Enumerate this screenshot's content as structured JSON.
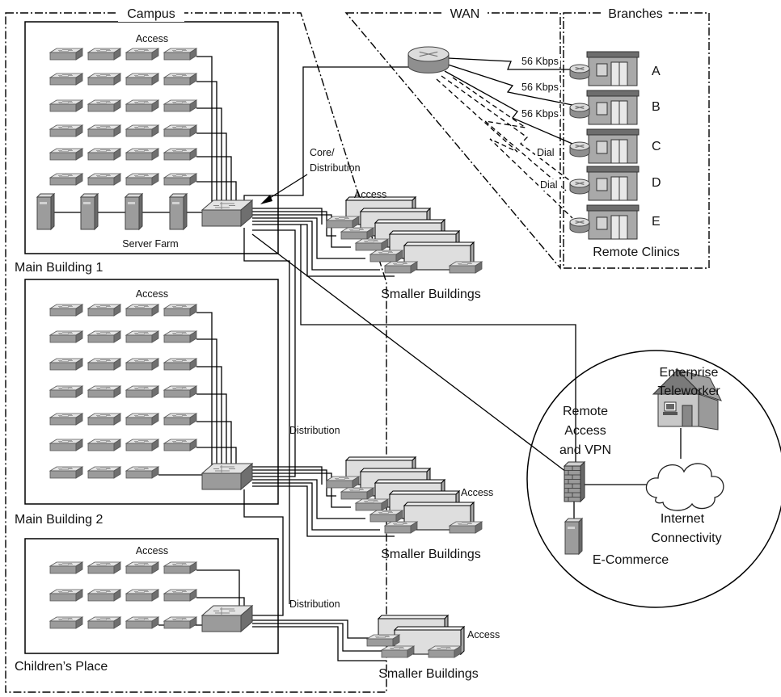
{
  "regions": {
    "campus": "Campus",
    "wan": "WAN",
    "branches": "Branches"
  },
  "campus": {
    "main_building_1": {
      "name": "Main Building 1",
      "access_label": "Access",
      "server_farm_label": "Server Farm",
      "core_label_line1": "Core/",
      "core_label_line2": "Distribution"
    },
    "main_building_2": {
      "name": "Main Building 2",
      "access_label": "Access",
      "distribution_label": "Distribution"
    },
    "childrens_place": {
      "name": "Children’s Place",
      "access_label": "Access",
      "distribution_label": "Distribution"
    },
    "smaller_buildings": [
      {
        "name": "Smaller Buildings",
        "access_label": "Access"
      },
      {
        "name": "Smaller Buildings",
        "access_label": "Access"
      },
      {
        "name": "Smaller Buildings",
        "access_label": "Access"
      }
    ]
  },
  "wan_links": [
    {
      "to": "A",
      "type": "solid",
      "label": "56 Kbps"
    },
    {
      "to": "B",
      "type": "solid",
      "label": "56 Kbps"
    },
    {
      "to": "C",
      "type": "solid",
      "label": "56 Kbps"
    },
    {
      "to": "D",
      "type": "dashed",
      "label": "Dial"
    },
    {
      "to": "E",
      "type": "dashed",
      "label": "Dial"
    }
  ],
  "branches": {
    "sites": [
      "A",
      "B",
      "C",
      "D",
      "E"
    ],
    "caption": "Remote Clinics"
  },
  "edge": {
    "remote_access": [
      "Remote",
      "Access",
      "and VPN"
    ],
    "teleworker": [
      "Enterprise",
      "Teleworker"
    ],
    "internet": [
      "Internet",
      "Connectivity"
    ],
    "ecommerce": "E-Commerce"
  },
  "colors": {
    "line": "#000000",
    "device_top": "#e4e4e4",
    "device_front": "#9b9b9b",
    "device_side": "#6f6f6f",
    "building_panel": "#dedede"
  },
  "icons": [
    "access-switch-icon",
    "core-switch-icon",
    "server-icon",
    "router-icon",
    "branch-building-icon",
    "firewall-icon",
    "house-icon",
    "cloud-icon"
  ]
}
